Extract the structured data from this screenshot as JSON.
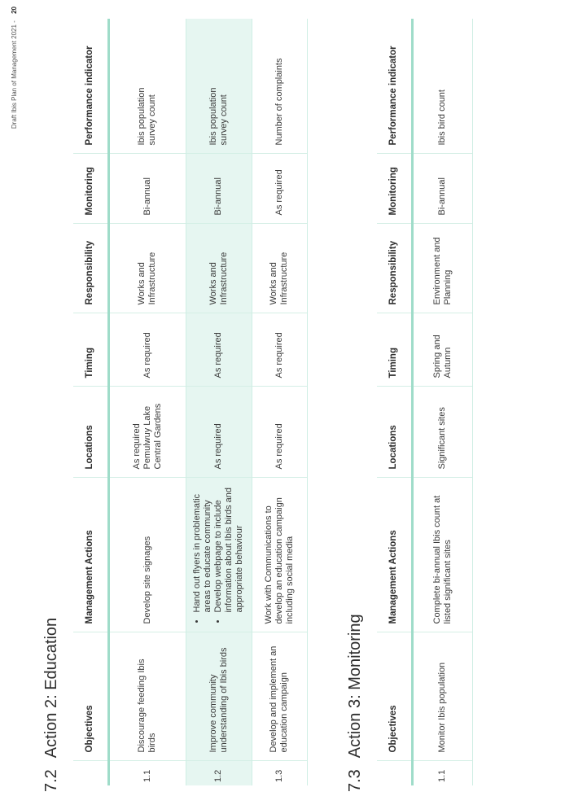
{
  "footer": {
    "doc_title": "Draft Ibis Plan of Management 2021",
    "separator": "-",
    "page_number": "20"
  },
  "education": {
    "number": "7.2",
    "title": "Action 2: Education",
    "headers": [
      "Objectives",
      "Management Actions",
      "Locations",
      "Timing",
      "Responsibility",
      "Monitoring",
      "Performance indicator"
    ],
    "rows": [
      {
        "id": "1.1",
        "objective": "Discourage feeding Ibis birds",
        "action": "Develop site signages",
        "locations": [
          "As required",
          "Pemulwuy Lake",
          "Central Gardens"
        ],
        "timing": "As required",
        "responsibility": [
          "Works and",
          "Infrastructure"
        ],
        "monitoring": "Bi-annual",
        "indicator": [
          "Ibis population",
          "survey count"
        ]
      },
      {
        "id": "1.2",
        "objective": [
          "Improve community",
          "understanding of Ibis birds"
        ],
        "action_bullets": [
          "Hand out flyers in problematic areas to educate community",
          "Develop webpage to include information about Ibis birds and appropriate behaviour"
        ],
        "locations": [
          "As required"
        ],
        "timing": "As required",
        "responsibility": [
          "Works and",
          "Infrastructure"
        ],
        "monitoring": "Bi-annual",
        "indicator": [
          "Ibis population",
          "survey count"
        ]
      },
      {
        "id": "1.3",
        "objective": [
          "Develop and implement an",
          "education campaign"
        ],
        "action": "Work with Communications to develop an education campaign including social media",
        "locations": [
          "As required"
        ],
        "timing": "As required",
        "responsibility": [
          "Works and",
          "Infrastructure"
        ],
        "monitoring": "As required",
        "indicator": [
          "Number of complaints"
        ]
      }
    ]
  },
  "monitoring": {
    "number": "7.3",
    "title": "Action 3: Monitoring",
    "headers": [
      "Objectives",
      "Management Actions",
      "Locations",
      "Timing",
      "Responsibility",
      "Monitoring",
      "Performance indicator"
    ],
    "rows": [
      {
        "id": "1.1",
        "objective": "Monitor Ibis population",
        "action": [
          "Complete bi-annual Ibis count at",
          "listed significant sites"
        ],
        "locations": [
          "Significant sites"
        ],
        "timing": [
          "Spring and",
          "Autumn"
        ],
        "responsibility": [
          "Environment and",
          "Planning"
        ],
        "monitoring": "Bi-annual",
        "indicator": [
          "Ibis bird count"
        ]
      }
    ]
  }
}
